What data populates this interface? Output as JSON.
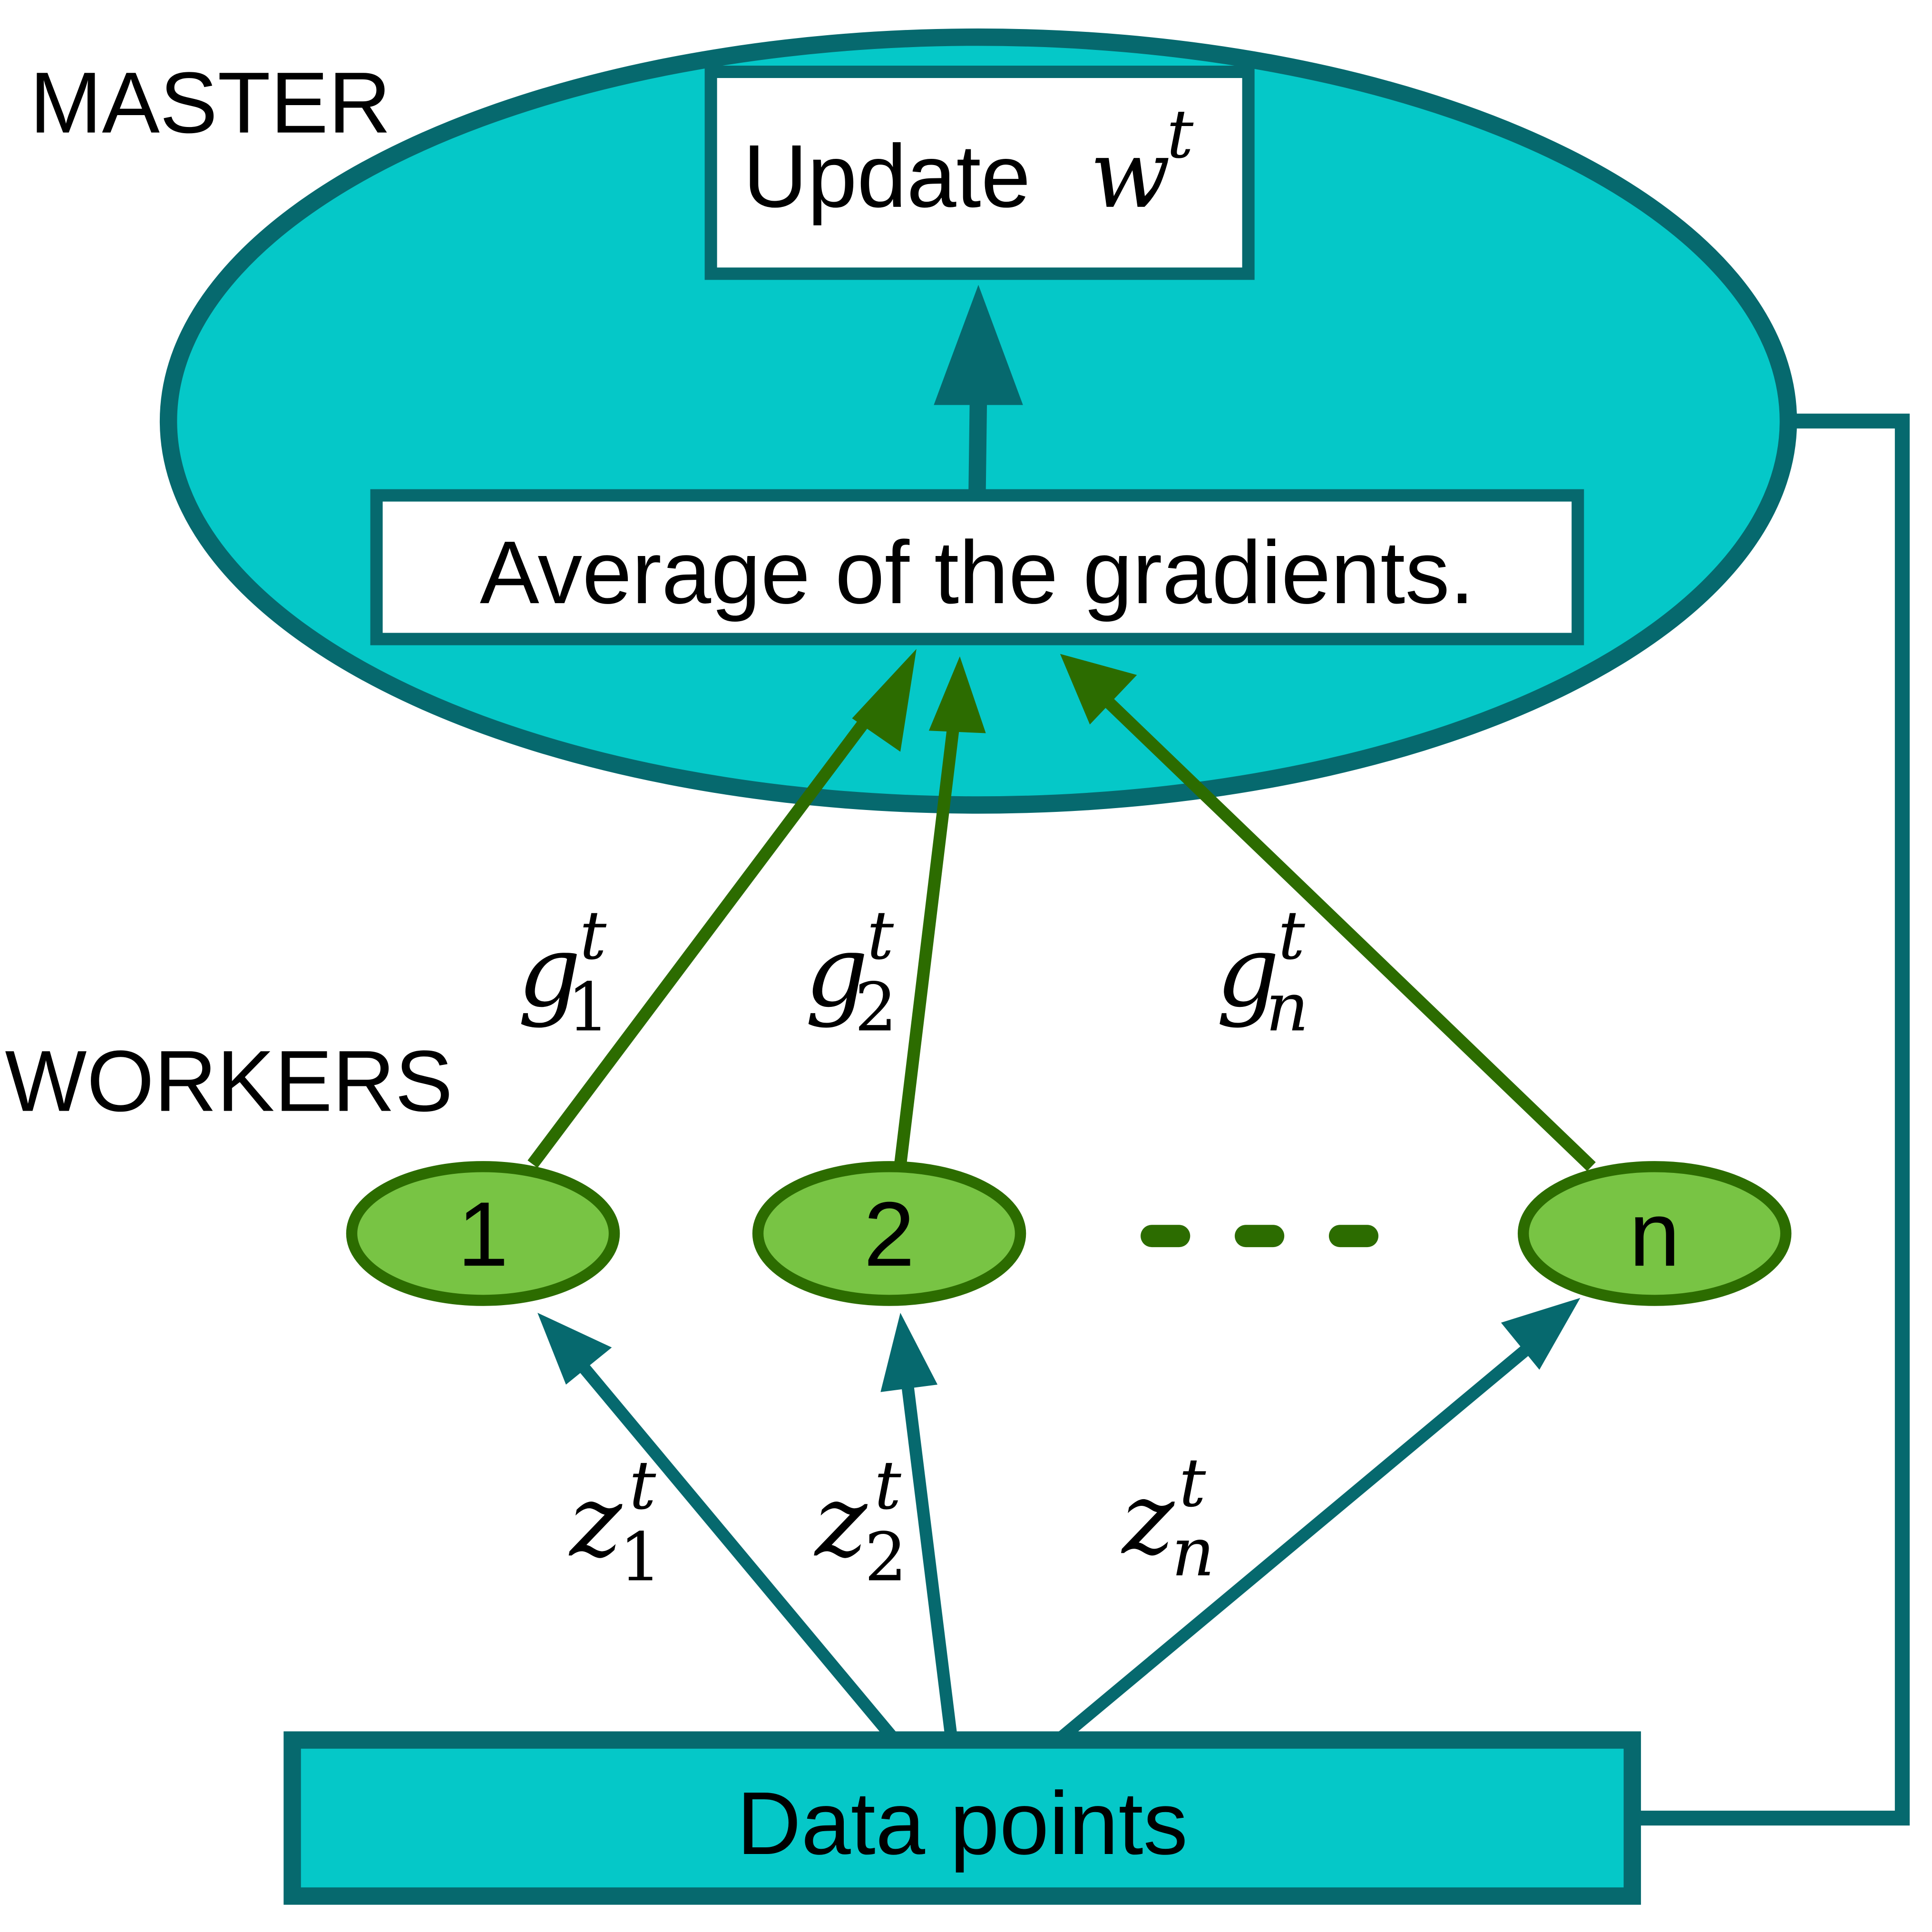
{
  "colors": {
    "teal_fill": "#05C8C8",
    "teal_stroke": "#06696E",
    "green_stroke": "#2C6C00",
    "worker_fill": "#78C444",
    "box_fill": "#FFFFFF"
  },
  "master": {
    "label": "MASTER",
    "update_box": {
      "text": "Update",
      "var": "w",
      "sup": "t"
    },
    "average_box": {
      "text": "Average of the gradients."
    }
  },
  "workers": {
    "label": "WORKERS",
    "nodes": [
      {
        "label": "1"
      },
      {
        "label": "2"
      },
      {
        "label": "n"
      }
    ],
    "gradients": [
      {
        "base": "g",
        "sub": "1",
        "sup": "t"
      },
      {
        "base": "g",
        "sub": "2",
        "sup": "t"
      },
      {
        "base": "g",
        "sub": "n",
        "sup": "t"
      }
    ]
  },
  "data": {
    "box_label": "Data points",
    "samples": [
      {
        "base": "z",
        "sub": "1",
        "sup": "t"
      },
      {
        "base": "z",
        "sub": "2",
        "sup": "t"
      },
      {
        "base": "z",
        "sub": "n",
        "sup": "t"
      }
    ]
  }
}
